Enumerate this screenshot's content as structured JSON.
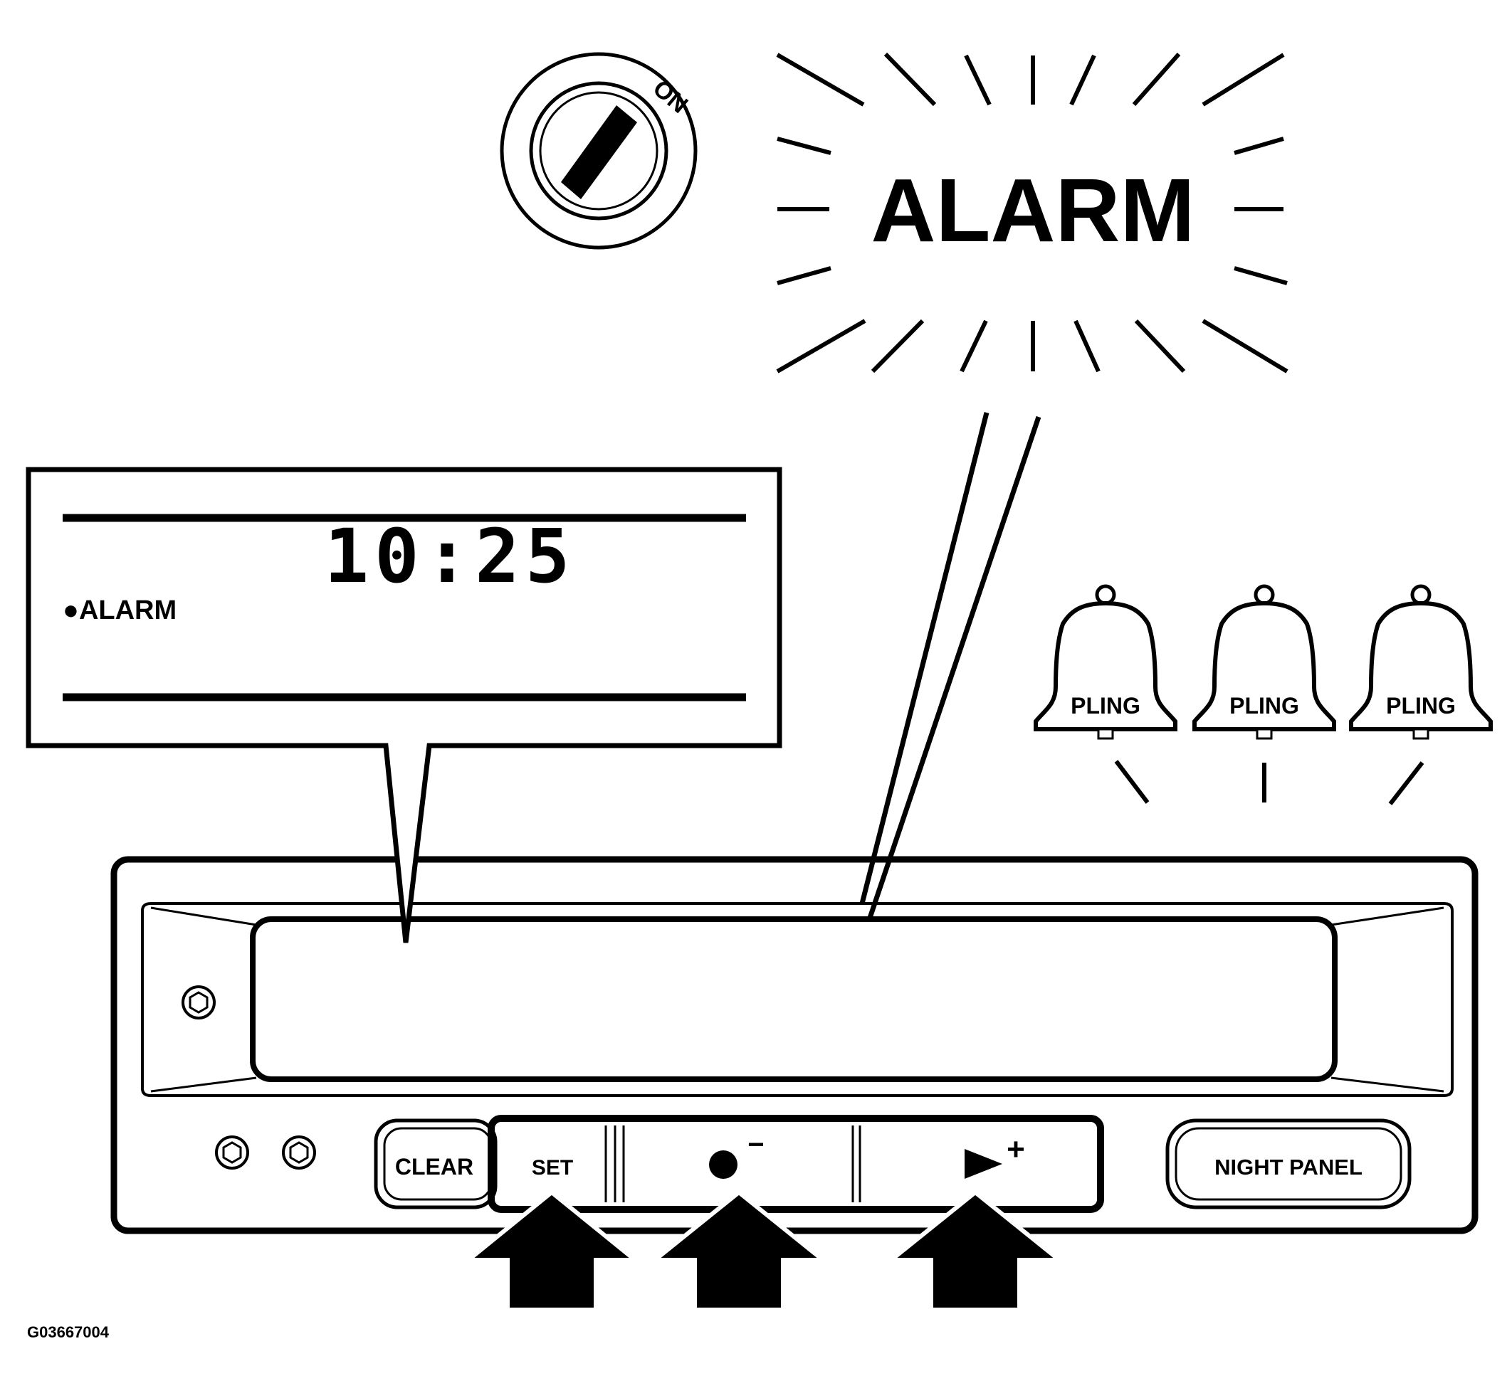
{
  "figure_id": "G03667004",
  "ignition": {
    "label": "ON"
  },
  "alarm_banner": {
    "text": "ALARM"
  },
  "callout_display": {
    "time": "10:25",
    "indicator": "●ALARM"
  },
  "bells": [
    {
      "label": "PLING"
    },
    {
      "label": "PLING"
    },
    {
      "label": "PLING"
    }
  ],
  "panel": {
    "buttons": {
      "clear": "CLEAR",
      "set": "SET",
      "minus_symbol": "−",
      "plus_symbol": "+",
      "night_panel": "NIGHT PANEL"
    }
  },
  "icons": [
    "ignition-key-icon",
    "bell-icon",
    "press-arrow-icon",
    "dot-icon",
    "play-icon",
    "knob-icon"
  ],
  "colors": {
    "ink": "#000000",
    "background": "#ffffff"
  }
}
